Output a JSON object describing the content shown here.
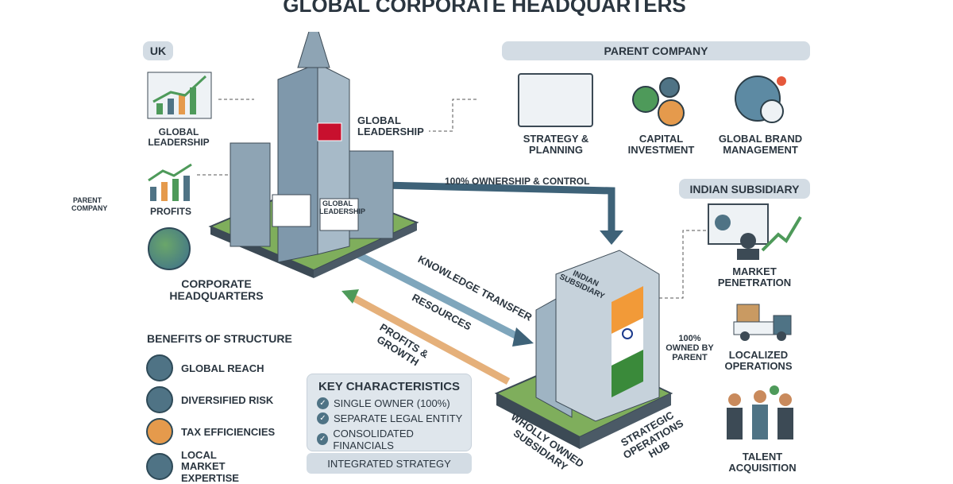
{
  "title": "GLOBAL CORPORATE HEADQUARTERS",
  "uk": {
    "label": "UK",
    "items": [
      {
        "label": "GLOBAL LEADERSHIP",
        "icon": "growth-chart-icon"
      },
      {
        "label": "PROFITS",
        "icon": "profits-chart-icon"
      },
      {
        "label": "",
        "icon": "globe-icon"
      }
    ],
    "hq_label": "CORPORATE HEADQUARTERS",
    "hq_sign_1": "PARENT COMPANY",
    "hq_sign_2": "GLOBAL LEADERSHIP",
    "leadership_callout": "GLOBAL LEADERSHIP"
  },
  "parent": {
    "label": "PARENT COMPANY",
    "items": [
      {
        "label": "STRATEGY & PLANNING",
        "icon": "strategy-gears-icon"
      },
      {
        "label": "CAPITAL INVESTMENT",
        "icon": "currency-coins-icon"
      },
      {
        "label": "GLOBAL BRAND MANAGEMENT",
        "icon": "brand-globe-icon"
      }
    ]
  },
  "flows": {
    "ownership": "100% OWNERSHIP & CONTROL",
    "knowledge": "KNOWLEDGE TRANSFER",
    "resources": "RESOURCES",
    "profits": "PROFITS & GROWTH"
  },
  "subsidiary": {
    "label": "INDIAN SUBSIDIARY",
    "sign": "INDIAN SUBSIDIARY",
    "owned_note": "100% OWNED BY PARENT",
    "base_label": "WHOLLY OWNED SUBSIDIARY",
    "hub_label": "STRATEGIC OPERATIONS HUB",
    "items": [
      {
        "label": "MARKET PENETRATION",
        "icon": "market-analyst-icon"
      },
      {
        "label": "LOCALIZED OPERATIONS",
        "icon": "delivery-truck-icon"
      },
      {
        "label": "TALENT ACQUISITION",
        "icon": "team-people-icon"
      }
    ]
  },
  "benefits": {
    "title": "BENEFITS OF STRUCTURE",
    "items": [
      {
        "label": "GLOBAL REACH",
        "icon": "globe-icon"
      },
      {
        "label": "DIVERSIFIED RISK",
        "icon": "scales-icon"
      },
      {
        "label": "TAX EFFICIENCIES",
        "icon": "coins-icon"
      },
      {
        "label": "LOCAL MARKET EXPERTISE",
        "icon": "handshake-icon"
      }
    ]
  },
  "key": {
    "title": "KEY CHARACTERISTICS",
    "items": [
      "SINGLE OWNER (100%)",
      "SEPARATE LEGAL ENTITY",
      "CONSOLIDATED FINANCIALS"
    ],
    "footer": "INTEGRATED STRATEGY"
  },
  "colors": {
    "accent": "#4f7385",
    "panel": "#d3dce4",
    "ground": "#7fae5c",
    "arrow": "#3e6278",
    "orange": "#e59a4c"
  }
}
